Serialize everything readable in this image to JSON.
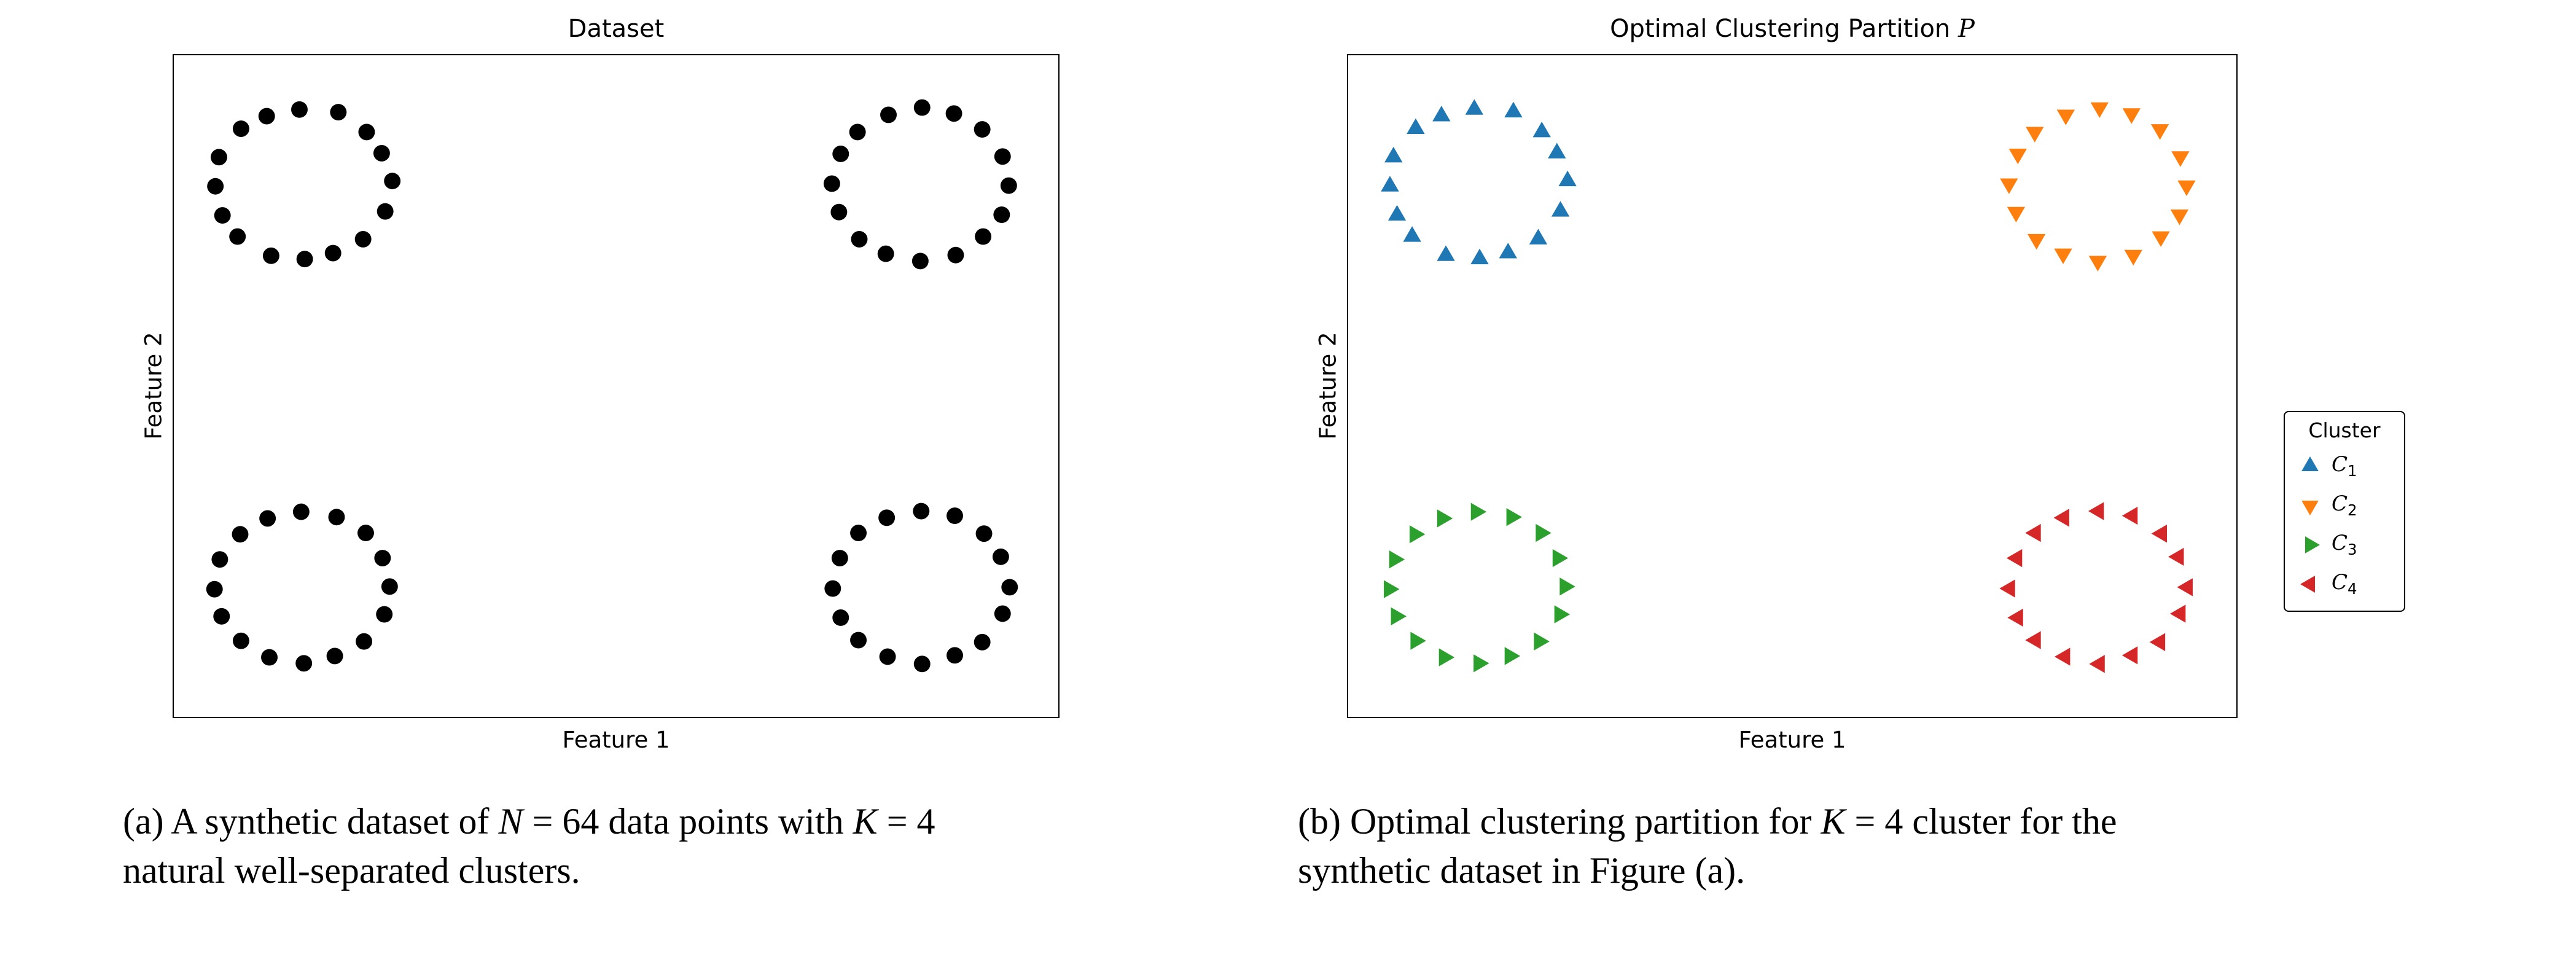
{
  "page": {
    "background": "#ffffff"
  },
  "figure": {
    "captions": {
      "a": {
        "text": "(a) A synthetic dataset of N = 64 data points with K = 4 natural well-separated clusters.",
        "segments": [
          {
            "t": "(a) A synthetic dataset of "
          },
          {
            "t": "N",
            "math": true
          },
          {
            "t": " = 64 data points with "
          },
          {
            "t": "K",
            "math": true
          },
          {
            "t": " = 4"
          },
          {
            "br": true
          },
          {
            "t": "natural well-separated clusters."
          }
        ]
      },
      "b": {
        "text": "(b) Optimal clustering partition for K = 4 cluster for the synthetic dataset in Figure (a).",
        "segments": [
          {
            "t": "(b) Optimal clustering partition for "
          },
          {
            "t": "K",
            "math": true
          },
          {
            "t": " = 4 cluster for the"
          },
          {
            "br": true
          },
          {
            "t": "synthetic dataset in Figure (a)."
          }
        ]
      }
    }
  },
  "chart_data": [
    {
      "type": "scatter",
      "panel": "a",
      "title": "Dataset",
      "xlabel": "Feature 1",
      "ylabel": "Feature 2",
      "xlim": [
        0,
        10
      ],
      "ylim": [
        0,
        10
      ],
      "grid": false,
      "ticks": "none",
      "n_points": 64,
      "series": [
        {
          "name": "cluster ring top-left (unlabeled)",
          "marker": "circle",
          "color": "#000000",
          "points": [
            [
              2.47,
              8.1
            ],
            [
              2.35,
              8.52
            ],
            [
              2.18,
              8.84
            ],
            [
              1.86,
              9.14
            ],
            [
              1.42,
              9.18
            ],
            [
              1.05,
              9.08
            ],
            [
              0.76,
              8.89
            ],
            [
              0.51,
              8.46
            ],
            [
              0.47,
              8.02
            ],
            [
              0.55,
              7.58
            ],
            [
              0.72,
              7.26
            ],
            [
              1.1,
              6.97
            ],
            [
              1.48,
              6.92
            ],
            [
              1.8,
              7.01
            ],
            [
              2.14,
              7.22
            ],
            [
              2.39,
              7.64
            ]
          ]
        },
        {
          "name": "cluster ring top-right (unlabeled)",
          "marker": "circle",
          "color": "#000000",
          "points": [
            [
              9.44,
              8.03
            ],
            [
              9.37,
              8.47
            ],
            [
              9.14,
              8.88
            ],
            [
              8.82,
              9.12
            ],
            [
              8.46,
              9.21
            ],
            [
              8.08,
              9.1
            ],
            [
              7.73,
              8.84
            ],
            [
              7.54,
              8.51
            ],
            [
              7.44,
              8.06
            ],
            [
              7.52,
              7.63
            ],
            [
              7.75,
              7.22
            ],
            [
              8.05,
              7.0
            ],
            [
              8.44,
              6.89
            ],
            [
              8.84,
              6.98
            ],
            [
              9.15,
              7.26
            ],
            [
              9.36,
              7.59
            ]
          ]
        },
        {
          "name": "cluster ring bottom-left (unlabeled)",
          "marker": "circle",
          "color": "#000000",
          "points": [
            [
              2.44,
              1.97
            ],
            [
              2.36,
              2.4
            ],
            [
              2.17,
              2.78
            ],
            [
              1.84,
              3.02
            ],
            [
              1.44,
              3.1
            ],
            [
              1.06,
              3.0
            ],
            [
              0.75,
              2.76
            ],
            [
              0.52,
              2.38
            ],
            [
              0.46,
              1.93
            ],
            [
              0.54,
              1.52
            ],
            [
              0.76,
              1.15
            ],
            [
              1.08,
              0.9
            ],
            [
              1.47,
              0.81
            ],
            [
              1.82,
              0.92
            ],
            [
              2.15,
              1.14
            ],
            [
              2.38,
              1.55
            ]
          ]
        },
        {
          "name": "cluster ring bottom-right (unlabeled)",
          "marker": "circle",
          "color": "#000000",
          "points": [
            [
              9.45,
              1.96
            ],
            [
              9.35,
              2.42
            ],
            [
              9.16,
              2.77
            ],
            [
              8.83,
              3.04
            ],
            [
              8.45,
              3.11
            ],
            [
              8.06,
              3.01
            ],
            [
              7.74,
              2.78
            ],
            [
              7.53,
              2.4
            ],
            [
              7.45,
              1.94
            ],
            [
              7.54,
              1.5
            ],
            [
              7.74,
              1.16
            ],
            [
              8.07,
              0.91
            ],
            [
              8.46,
              0.8
            ],
            [
              8.83,
              0.93
            ],
            [
              9.14,
              1.13
            ],
            [
              9.37,
              1.56
            ]
          ]
        }
      ]
    },
    {
      "type": "scatter",
      "panel": "b",
      "title": "Optimal Clustering Partition 𝒫",
      "title_segments": [
        {
          "t": "Optimal Clustering Partition "
        },
        {
          "t": "P",
          "cal": true
        }
      ],
      "xlabel": "Feature 1",
      "ylabel": "Feature 2",
      "xlim": [
        0,
        10
      ],
      "ylim": [
        0,
        10
      ],
      "grid": false,
      "ticks": "none",
      "legend": {
        "title": "Cluster",
        "position": "outside-center-right",
        "entries": [
          {
            "label": "C1",
            "label_base": "C",
            "label_sub": "1",
            "marker": "triangle-up",
            "color": "#1f77b4"
          },
          {
            "label": "C2",
            "label_base": "C",
            "label_sub": "2",
            "marker": "triangle-down",
            "color": "#ff7f0e"
          },
          {
            "label": "C3",
            "label_base": "C",
            "label_sub": "3",
            "marker": "triangle-right",
            "color": "#2ca02c"
          },
          {
            "label": "C4",
            "label_base": "C",
            "label_sub": "4",
            "marker": "triangle-left",
            "color": "#d62728"
          }
        ]
      },
      "series": [
        {
          "name": "C1",
          "marker": "triangle-up",
          "color": "#1f77b4",
          "points": [
            [
              2.47,
              8.1
            ],
            [
              2.35,
              8.52
            ],
            [
              2.18,
              8.84
            ],
            [
              1.86,
              9.14
            ],
            [
              1.42,
              9.18
            ],
            [
              1.05,
              9.08
            ],
            [
              0.76,
              8.89
            ],
            [
              0.51,
              8.46
            ],
            [
              0.47,
              8.02
            ],
            [
              0.55,
              7.58
            ],
            [
              0.72,
              7.26
            ],
            [
              1.1,
              6.97
            ],
            [
              1.48,
              6.92
            ],
            [
              1.8,
              7.01
            ],
            [
              2.14,
              7.22
            ],
            [
              2.39,
              7.64
            ]
          ]
        },
        {
          "name": "C2",
          "marker": "triangle-down",
          "color": "#ff7f0e",
          "points": [
            [
              9.44,
              8.03
            ],
            [
              9.37,
              8.47
            ],
            [
              9.14,
              8.88
            ],
            [
              8.82,
              9.12
            ],
            [
              8.46,
              9.21
            ],
            [
              8.08,
              9.1
            ],
            [
              7.73,
              8.84
            ],
            [
              7.54,
              8.51
            ],
            [
              7.44,
              8.06
            ],
            [
              7.52,
              7.63
            ],
            [
              7.75,
              7.22
            ],
            [
              8.05,
              7.0
            ],
            [
              8.44,
              6.89
            ],
            [
              8.84,
              6.98
            ],
            [
              9.15,
              7.26
            ],
            [
              9.36,
              7.59
            ]
          ]
        },
        {
          "name": "C3",
          "marker": "triangle-right",
          "color": "#2ca02c",
          "points": [
            [
              2.44,
              1.97
            ],
            [
              2.36,
              2.4
            ],
            [
              2.17,
              2.78
            ],
            [
              1.84,
              3.02
            ],
            [
              1.44,
              3.1
            ],
            [
              1.06,
              3.0
            ],
            [
              0.75,
              2.76
            ],
            [
              0.52,
              2.38
            ],
            [
              0.46,
              1.93
            ],
            [
              0.54,
              1.52
            ],
            [
              0.76,
              1.15
            ],
            [
              1.08,
              0.9
            ],
            [
              1.47,
              0.81
            ],
            [
              1.82,
              0.92
            ],
            [
              2.15,
              1.14
            ],
            [
              2.38,
              1.55
            ]
          ]
        },
        {
          "name": "C4",
          "marker": "triangle-left",
          "color": "#d62728",
          "points": [
            [
              9.45,
              1.96
            ],
            [
              9.35,
              2.42
            ],
            [
              9.16,
              2.77
            ],
            [
              8.83,
              3.04
            ],
            [
              8.45,
              3.11
            ],
            [
              8.06,
              3.01
            ],
            [
              7.74,
              2.78
            ],
            [
              7.53,
              2.4
            ],
            [
              7.45,
              1.94
            ],
            [
              7.54,
              1.5
            ],
            [
              7.74,
              1.16
            ],
            [
              8.07,
              0.91
            ],
            [
              8.46,
              0.8
            ],
            [
              8.83,
              0.93
            ],
            [
              9.14,
              1.13
            ],
            [
              9.37,
              1.56
            ]
          ]
        }
      ]
    }
  ]
}
